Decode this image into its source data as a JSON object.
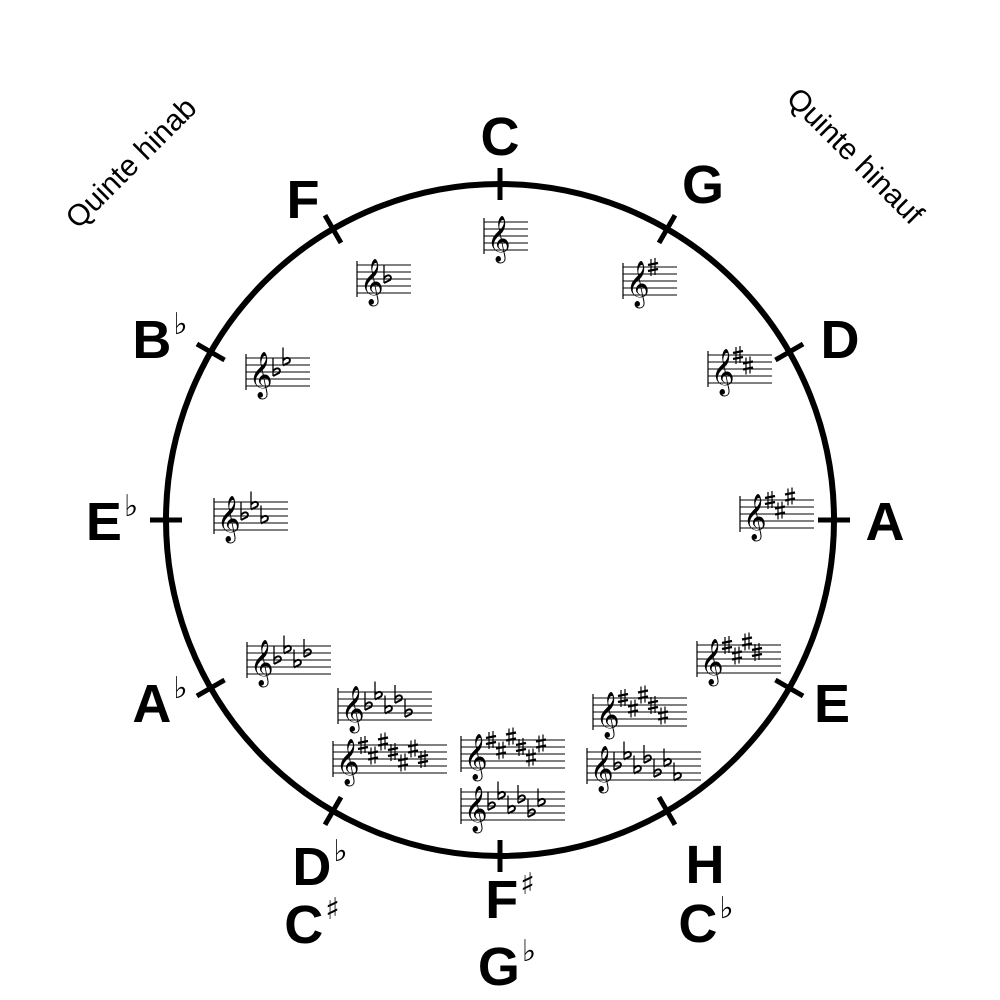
{
  "annotations": {
    "left": "Quinte hinab",
    "right": "Quinte hinauf"
  },
  "symbols": {
    "sharp": "♯",
    "flat": "♭"
  },
  "colors": {
    "ink": "#000000",
    "background": "#ffffff"
  },
  "keys": [
    {
      "id": "c",
      "names": [
        {
          "letter": "C",
          "acc": ""
        }
      ],
      "signatures": [
        {
          "type": "none",
          "count": 0
        }
      ]
    },
    {
      "id": "g",
      "names": [
        {
          "letter": "G",
          "acc": ""
        }
      ],
      "signatures": [
        {
          "type": "sharp",
          "count": 1
        }
      ]
    },
    {
      "id": "d",
      "names": [
        {
          "letter": "D",
          "acc": ""
        }
      ],
      "signatures": [
        {
          "type": "sharp",
          "count": 2
        }
      ]
    },
    {
      "id": "a",
      "names": [
        {
          "letter": "A",
          "acc": ""
        }
      ],
      "signatures": [
        {
          "type": "sharp",
          "count": 3
        }
      ]
    },
    {
      "id": "e",
      "names": [
        {
          "letter": "E",
          "acc": ""
        }
      ],
      "signatures": [
        {
          "type": "sharp",
          "count": 4
        }
      ]
    },
    {
      "id": "h",
      "names": [
        {
          "letter": "H",
          "acc": ""
        },
        {
          "letter": "C",
          "acc": "♭"
        }
      ],
      "signatures": [
        {
          "type": "sharp",
          "count": 5
        },
        {
          "type": "flat",
          "count": 7
        }
      ]
    },
    {
      "id": "fis",
      "names": [
        {
          "letter": "F",
          "acc": "♯"
        },
        {
          "letter": "G",
          "acc": "♭"
        }
      ],
      "signatures": [
        {
          "type": "sharp",
          "count": 6
        },
        {
          "type": "flat",
          "count": 6
        }
      ]
    },
    {
      "id": "des",
      "names": [
        {
          "letter": "D",
          "acc": "♭"
        },
        {
          "letter": "C",
          "acc": "♯"
        }
      ],
      "signatures": [
        {
          "type": "flat",
          "count": 5
        },
        {
          "type": "sharp",
          "count": 7
        }
      ]
    },
    {
      "id": "as",
      "names": [
        {
          "letter": "A",
          "acc": "♭"
        }
      ],
      "signatures": [
        {
          "type": "flat",
          "count": 4
        }
      ]
    },
    {
      "id": "es",
      "names": [
        {
          "letter": "E",
          "acc": "♭"
        }
      ],
      "signatures": [
        {
          "type": "flat",
          "count": 3
        }
      ]
    },
    {
      "id": "b",
      "names": [
        {
          "letter": "B",
          "acc": "♭"
        }
      ],
      "signatures": [
        {
          "type": "flat",
          "count": 2
        }
      ]
    },
    {
      "id": "f",
      "names": [
        {
          "letter": "F",
          "acc": ""
        }
      ],
      "signatures": [
        {
          "type": "flat",
          "count": 1
        }
      ]
    }
  ]
}
